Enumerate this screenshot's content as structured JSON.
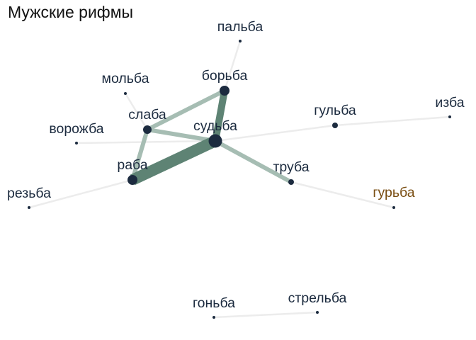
{
  "title": "Мужские рифмы",
  "colors": {
    "node": "#1c2b3f",
    "label": "#1c2b3f",
    "highlight_label": "#7a4e12",
    "edge_strong": "#5e8374",
    "edge_mid": "#a6bdb3",
    "edge_weak": "#ececec"
  },
  "nodes": [
    {
      "id": "palba",
      "label": "пальба",
      "size": "small",
      "highlight": false
    },
    {
      "id": "borba",
      "label": "борьба",
      "size": "large",
      "highlight": false
    },
    {
      "id": "molba",
      "label": "мольба",
      "size": "small",
      "highlight": false
    },
    {
      "id": "slaba",
      "label": "слаба",
      "size": "medium",
      "highlight": false
    },
    {
      "id": "sudba",
      "label": "судьба",
      "size": "xlarge",
      "highlight": false
    },
    {
      "id": "gulba",
      "label": "гульба",
      "size": "medium-small",
      "highlight": false
    },
    {
      "id": "izba",
      "label": "изба",
      "size": "small",
      "highlight": false
    },
    {
      "id": "vorozhba",
      "label": "ворожба",
      "size": "small",
      "highlight": false
    },
    {
      "id": "raba",
      "label": "раба",
      "size": "large",
      "highlight": false
    },
    {
      "id": "truba",
      "label": "труба",
      "size": "medium-small",
      "highlight": false
    },
    {
      "id": "rezba",
      "label": "резьба",
      "size": "small",
      "highlight": false
    },
    {
      "id": "gurba",
      "label": "гурьба",
      "size": "small",
      "highlight": true
    },
    {
      "id": "gonba",
      "label": "гоньба",
      "size": "small",
      "highlight": false
    },
    {
      "id": "strelba",
      "label": "стрельба",
      "size": "small",
      "highlight": false
    }
  ],
  "edges": [
    {
      "source": "palba",
      "target": "borba",
      "strength": "weak"
    },
    {
      "source": "molba",
      "target": "slaba",
      "strength": "weak"
    },
    {
      "source": "vorozhba",
      "target": "sudba",
      "strength": "weak"
    },
    {
      "source": "sudba",
      "target": "gulba",
      "strength": "weak"
    },
    {
      "source": "gulba",
      "target": "izba",
      "strength": "weak"
    },
    {
      "source": "rezba",
      "target": "raba",
      "strength": "weak"
    },
    {
      "source": "truba",
      "target": "gurba",
      "strength": "weak"
    },
    {
      "source": "gonba",
      "target": "strelba",
      "strength": "weak"
    },
    {
      "source": "borba",
      "target": "slaba",
      "strength": "mid"
    },
    {
      "source": "slaba",
      "target": "sudba",
      "strength": "mid"
    },
    {
      "source": "slaba",
      "target": "raba",
      "strength": "mid"
    },
    {
      "source": "sudba",
      "target": "truba",
      "strength": "mid"
    },
    {
      "source": "borba",
      "target": "sudba",
      "strength": "strong"
    },
    {
      "source": "raba",
      "target": "sudba",
      "strength": "strongest"
    }
  ]
}
